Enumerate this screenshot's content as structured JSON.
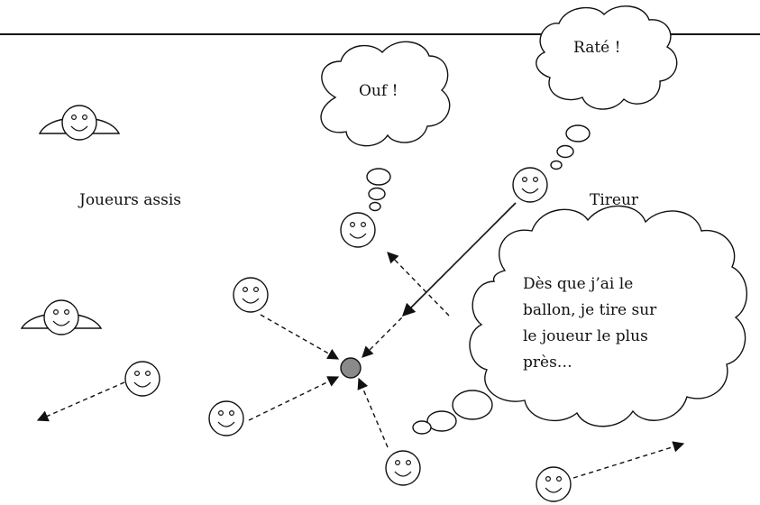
{
  "labels": {
    "seated_players": "Joueurs assis",
    "shooter": "Tireur"
  },
  "bubbles": {
    "ouf": "Ouf !",
    "rate": "Raté !",
    "plan_lines": [
      "Dès que j’ai  le",
      "ballon, je tire sur",
      "le joueur le plus",
      "près…"
    ]
  },
  "colors": {
    "ink": "#111111",
    "ball": "#8a8a8a"
  }
}
